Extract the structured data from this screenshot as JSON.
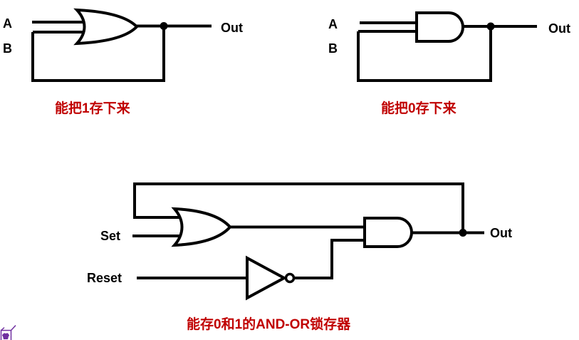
{
  "colors": {
    "caption_red": "#C00000",
    "line_black": "#000000",
    "icon_purple": "#7030A0"
  },
  "circuits": {
    "or_latch": {
      "label_a": "A",
      "label_b": "B",
      "label_out": "Out",
      "caption": "能把1存下来"
    },
    "and_latch": {
      "label_a": "A",
      "label_b": "B",
      "label_out": "Out",
      "caption": "能把0存下来"
    },
    "and_or_latch": {
      "label_set": "Set",
      "label_reset": "Reset",
      "label_out": "Out",
      "caption": "能存0和1的AND-OR锁存器"
    }
  },
  "icons": {
    "corner_clipart": "purple-clipart-icon"
  }
}
